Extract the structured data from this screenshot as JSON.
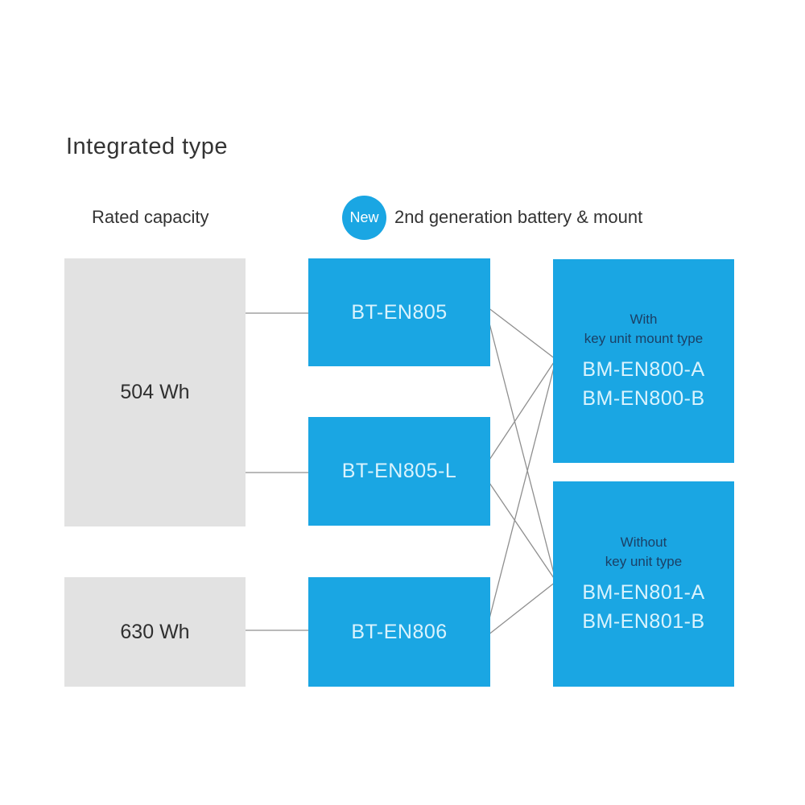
{
  "title": "Integrated type",
  "headers": {
    "left": "Rated capacity",
    "badge": "New",
    "right": "2nd generation battery & mount"
  },
  "capacities": [
    {
      "label": "504 Wh"
    },
    {
      "label": "630 Wh"
    }
  ],
  "batteries": [
    {
      "label": "BT-EN805"
    },
    {
      "label": "BT-EN805-L"
    },
    {
      "label": "BT-EN806"
    }
  ],
  "mounts": [
    {
      "type_line1": "With",
      "type_line2": "key unit mount type",
      "models": [
        "BM-EN800-A",
        "BM-EN800-B"
      ]
    },
    {
      "type_line1": "Without",
      "type_line2": "key unit type",
      "models": [
        "BM-EN801-A",
        "BM-EN801-B"
      ]
    }
  ],
  "colors": {
    "accent_blue": "#1aa6e3",
    "gray_box": "#e2e2e2",
    "light_text_on_blue": "#daf3fd",
    "dark_navy_text_on_blue": "#1b4066",
    "heading_text": "#333333",
    "connector_line": "#8f8f8f",
    "badge_text": "#ffffff",
    "background": "#ffffff"
  }
}
